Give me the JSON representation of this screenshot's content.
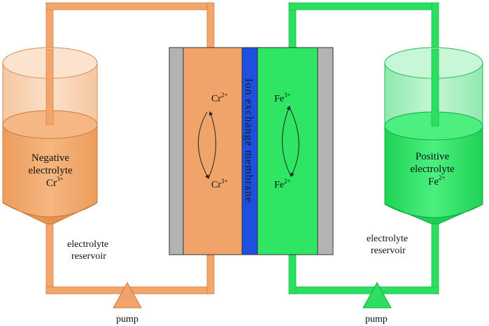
{
  "colors": {
    "negative_fill": "#f1a46a",
    "negative_light": "#f9d7b8",
    "negative_pipe": "#f3a56b",
    "positive_fill": "#2ee564",
    "positive_light": "#8ff0b0",
    "positive_pipe": "#2be060",
    "membrane": "#1d4fe0",
    "electrode": "#b3b3b3"
  },
  "left_tank": {
    "line1": "Negative",
    "line2": "electrolyte",
    "ion": "Cr",
    "ion_charge": "3+"
  },
  "right_tank": {
    "line1": "Positive",
    "line2": "electrolyte",
    "ion": "Fe",
    "ion_charge": "2+"
  },
  "left_reservoir": {
    "line1": "electrolyte",
    "line2": "reservoir"
  },
  "right_reservoir": {
    "line1": "electrolyte",
    "line2": "reservoir"
  },
  "pumps": {
    "left": "pump",
    "right": "pump"
  },
  "membrane_label": "Ion exchange membrane",
  "cell_ions": {
    "cr_top": {
      "symbol": "Cr",
      "charge": "2+"
    },
    "cr_bottom": {
      "symbol": "Cr",
      "charge": "3+"
    },
    "fe_top": {
      "symbol": "Fe",
      "charge": "3+"
    },
    "fe_bottom": {
      "symbol": "Fe",
      "charge": "2+"
    }
  }
}
